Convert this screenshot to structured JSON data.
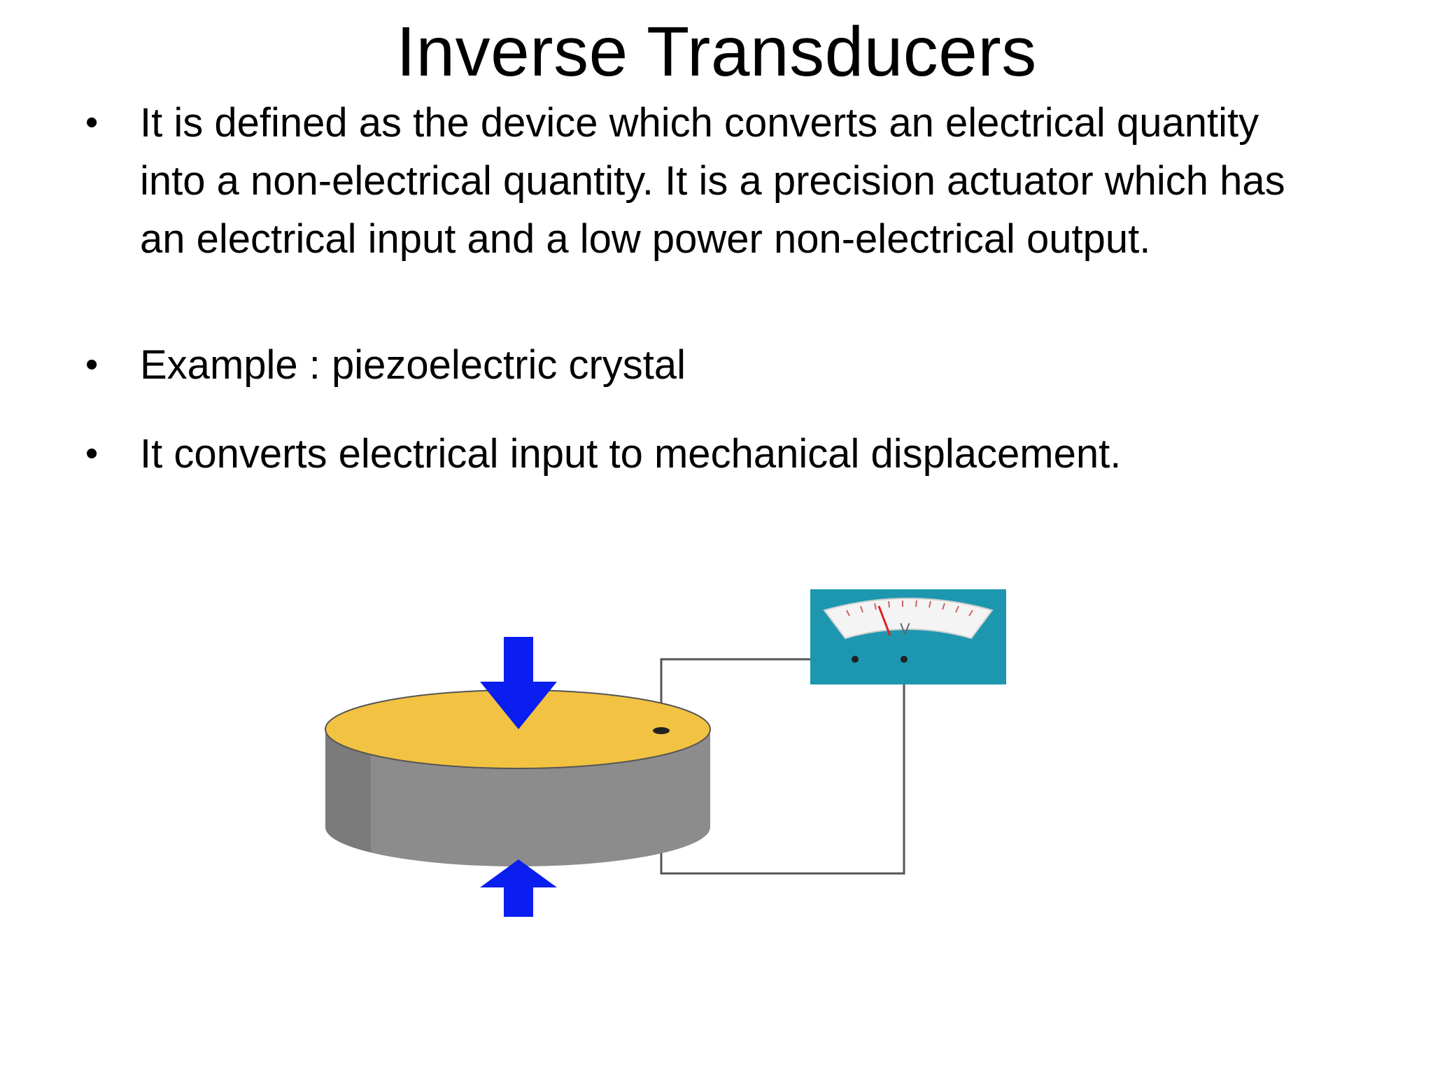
{
  "slide": {
    "title": "Inverse Transducers",
    "bullets": [
      {
        "text": "It is defined as the device which converts an electrical quantity into a non-electrical quantity. It is a precision actuator which has an electrical input and a low power non-electrical output."
      },
      {
        "text": "Example : piezoelectric crystal"
      },
      {
        "text": "It converts electrical input to mechanical displacement."
      }
    ],
    "bullet_glyph": "•"
  },
  "figure": {
    "meter_label": "V",
    "colors": {
      "crystal_top": "#F2C242",
      "crystal_side": "#8C8C8C",
      "force_arrow": "#0A1EF0",
      "meter_body": "#1C97AF",
      "wire": "#555555"
    },
    "icons": [
      "piezo-crystal-icon",
      "force-arrow-down-icon",
      "force-arrow-up-icon",
      "voltmeter-icon"
    ]
  }
}
